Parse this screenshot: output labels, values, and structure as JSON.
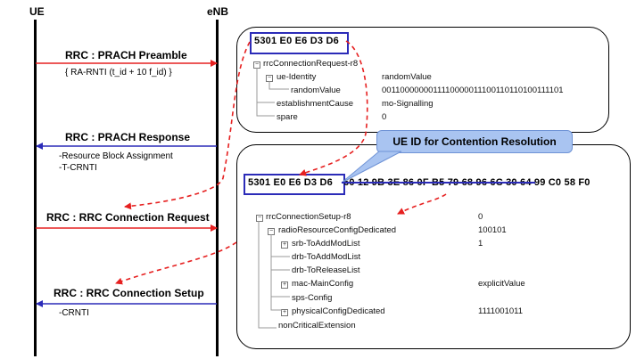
{
  "entities": {
    "ue": "UE",
    "enb": "eNB"
  },
  "messages": [
    {
      "label": "RRC : PRACH Preamble",
      "sub": [
        "{ RA-RNTI (t_id + 10 f_id) }"
      ]
    },
    {
      "label": "RRC : PRACH Response",
      "sub": [
        "-Resource Block Assignment",
        "-T-CRNTI"
      ]
    },
    {
      "label": "RRC : RRC Connection Request",
      "sub": []
    },
    {
      "label": "RRC : RRC Connection Setup",
      "sub": [
        "-CRNTI"
      ]
    }
  ],
  "request_panel": {
    "hex": "5301 E0 E6 D3 D6",
    "tree": [
      {
        "name": "rrcConnectionRequest-r8",
        "value": ""
      },
      {
        "name": "ue-Identity",
        "value": "randomValue"
      },
      {
        "name": "randomValue",
        "value": "0011000000011110000011100110110100111101"
      },
      {
        "name": "establishmentCause",
        "value": "mo-Signalling"
      },
      {
        "name": "spare",
        "value": "0"
      }
    ]
  },
  "callout": "UE ID for Contention Resolution",
  "setup_panel": {
    "hex_highlight": "5301 E0 E6 D3 D6",
    "hex_rest": "60 12 9B 3E 86 0F B5 79 68 96 6C 30 64 99 C0 58 F0",
    "tree": [
      {
        "name": "rrcConnectionSetup-r8",
        "value": "0"
      },
      {
        "name": "radioResourceConfigDedicated",
        "value": "100101"
      },
      {
        "name": "srb-ToAddModList",
        "value": "1"
      },
      {
        "name": "drb-ToAddModList",
        "value": ""
      },
      {
        "name": "drb-ToReleaseList",
        "value": ""
      },
      {
        "name": "mac-MainConfig",
        "value": "explicitValue"
      },
      {
        "name": "sps-Config",
        "value": ""
      },
      {
        "name": "physicalConfigDedicated",
        "value": "1111001011"
      },
      {
        "name": "nonCriticalExtension",
        "value": ""
      }
    ]
  },
  "colors": {
    "request_arrow": "#e62020",
    "response_arrow": "#2b2bb8",
    "dashed": "#e62020",
    "hexbox": "#2b2bb8",
    "callout": "#a9c4f1"
  }
}
